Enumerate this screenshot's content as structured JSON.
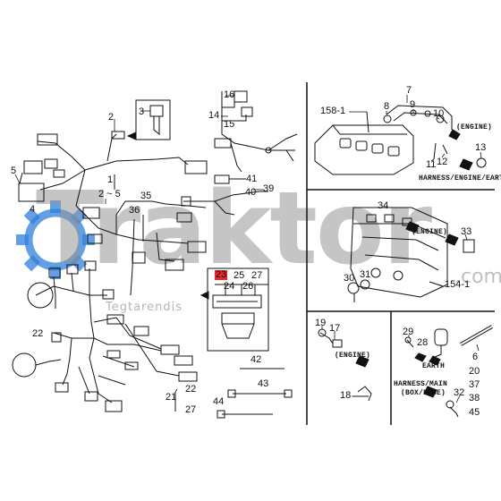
{
  "watermark": {
    "brand": "Traktor",
    "domain": ".com",
    "tagline": "Tegtarendis"
  },
  "colors": {
    "line": "#111111",
    "watermark": "#9a9a9a",
    "gear": "#2f80d9",
    "highlight": "#e8262b"
  },
  "labels": {
    "n2": "2",
    "n3": "3",
    "n4": "4",
    "n5": "5",
    "n1": "1",
    "n2to5": "2 ~ 5",
    "n14": "14",
    "n15": "15",
    "n16": "16",
    "n41": "41",
    "n39": "39",
    "n40": "40",
    "n35": "35",
    "n36": "36",
    "n23": "23",
    "n25": "25",
    "n27": "27",
    "n24": "24",
    "n26": "26",
    "n22": "22",
    "n21": "21",
    "n21a": "22",
    "n21b": "27",
    "n42": "42",
    "n43": "43",
    "n44": "44",
    "n7": "7",
    "n8": "8",
    "n9": "9",
    "n10": "10",
    "n158": "158-1",
    "n11": "11",
    "n12": "12",
    "n13": "13",
    "n34": "34",
    "n33": "33",
    "n30": "30",
    "n31": "31",
    "n154": "154-1",
    "n19": "19",
    "n17": "17",
    "n18": "18",
    "n29": "29",
    "n28": "28",
    "n32": "32",
    "n6": "6",
    "n20": "20",
    "n37": "37",
    "n38": "38",
    "n45": "45"
  },
  "captions": {
    "engine1": "(ENGINE)",
    "harness_engine_earth": "HARNESS/ENGINE/EARTH",
    "engine2": "(ENGINE)",
    "engine3": "(ENGINE)",
    "earth": "EARTH",
    "harness_main": "HARNESS/MAIN",
    "box_fuse": "(BOX/FUSE)"
  }
}
